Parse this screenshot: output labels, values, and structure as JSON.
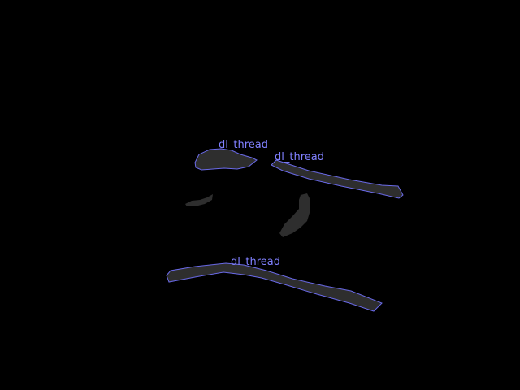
{
  "annotations": [
    {
      "label": "dl_thread"
    },
    {
      "label": "dl_thread"
    },
    {
      "label": "dl_thread"
    }
  ],
  "colors": {
    "background": "#000000",
    "outline": "#6a6ae8",
    "label": "#8080ff",
    "shape_fill": "#2e2e2e"
  }
}
